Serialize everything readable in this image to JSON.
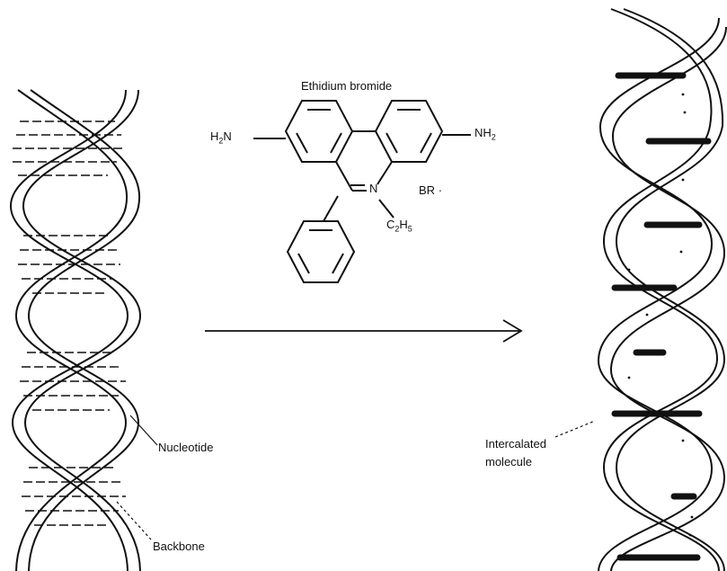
{
  "molecule": {
    "name": "Ethidium bromide",
    "left_group": "H",
    "left_group_sub": "2",
    "left_group_tail": "N",
    "right_group": "NH",
    "right_group_sub": "2",
    "ring_atom": "N",
    "counter_ion": "BR",
    "counter_ion_mark": "·",
    "ethyl_c": "C",
    "ethyl_c_sub": "2",
    "ethyl_h": "H",
    "ethyl_h_sub": "5"
  },
  "labels": {
    "nucleotide": "Nucleotide",
    "backbone": "Backbone",
    "intercalated_line1": "Intercalated",
    "intercalated_line2": "molecule"
  },
  "colors": {
    "ink": "#111111",
    "background": "#ffffff"
  }
}
